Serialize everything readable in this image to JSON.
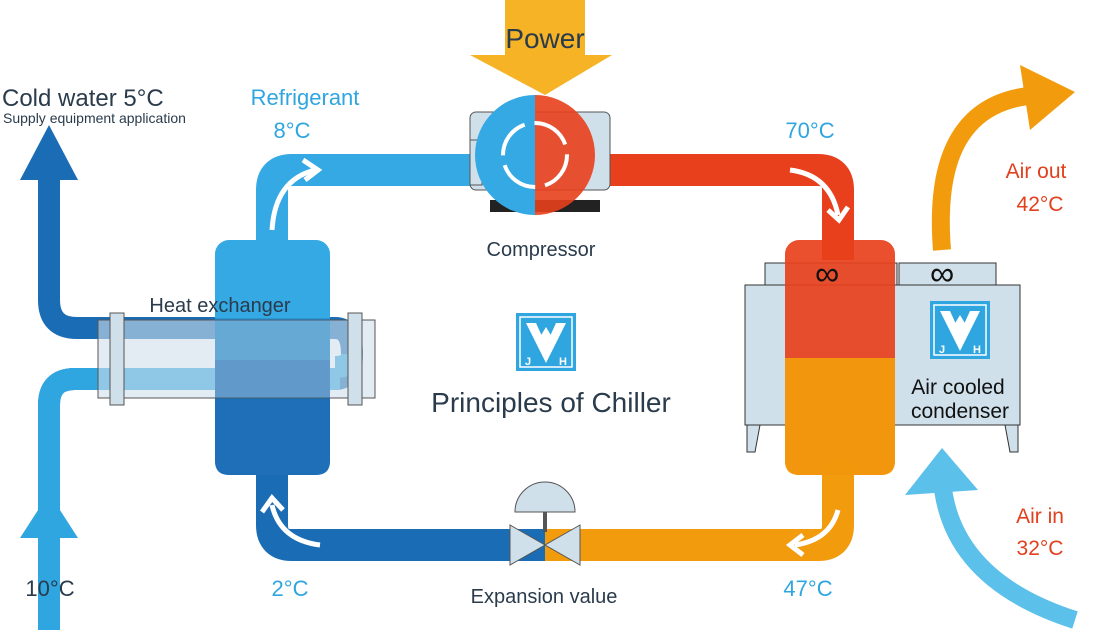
{
  "title": "Principles of Chiller",
  "power": "Power",
  "cold_water": {
    "label": "Cold water 5°C",
    "sub": "Supply equipment application"
  },
  "return_water": "10°C",
  "refrigerant": {
    "label": "Refrigerant",
    "temp": "8°C"
  },
  "temps": {
    "hot_gas": "70°C",
    "liquid": "47°C",
    "expanded": "2°C"
  },
  "components": {
    "compressor": "Compressor",
    "heat_exchanger": "Heat exchanger",
    "expansion": "Expansion value",
    "condenser_line1": "Air cooled",
    "condenser_line2": "condenser"
  },
  "air_out": {
    "label": "Air out",
    "temp": "42°C"
  },
  "air_in": {
    "label": "Air in",
    "temp": "32°C"
  },
  "logo": "JVH",
  "colors": {
    "dark_blue": "#1a6db5",
    "light_blue": "#2fa6e0",
    "red": "#e8401c",
    "orange": "#f29b0c",
    "power": "#f5b325",
    "text_red": "#e2401c"
  }
}
